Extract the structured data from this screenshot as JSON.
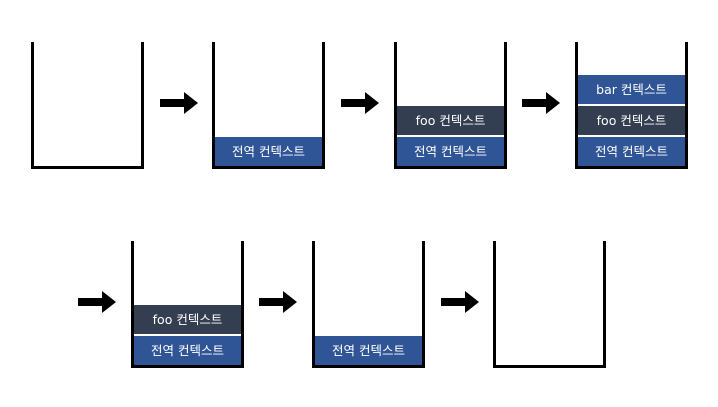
{
  "colors": {
    "global_context": "#2F5597",
    "foo_context": "#333F50",
    "bar_context": "#2F5597",
    "stack_border": "#000000",
    "arrow": "#000000"
  },
  "steps": [
    {
      "frames": []
    },
    {
      "frames": [
        "전역 컨텍스트"
      ]
    },
    {
      "frames": [
        "전역 컨텍스트",
        "foo 컨텍스트"
      ]
    },
    {
      "frames": [
        "전역 컨텍스트",
        "foo 컨텍스트",
        "bar 컨텍스트"
      ]
    },
    {
      "frames": [
        "전역 컨텍스트",
        "foo 컨텍스트"
      ]
    },
    {
      "frames": [
        "전역 컨텍스트"
      ]
    },
    {
      "frames": []
    }
  ],
  "arrow_icon": "right-arrow-icon"
}
